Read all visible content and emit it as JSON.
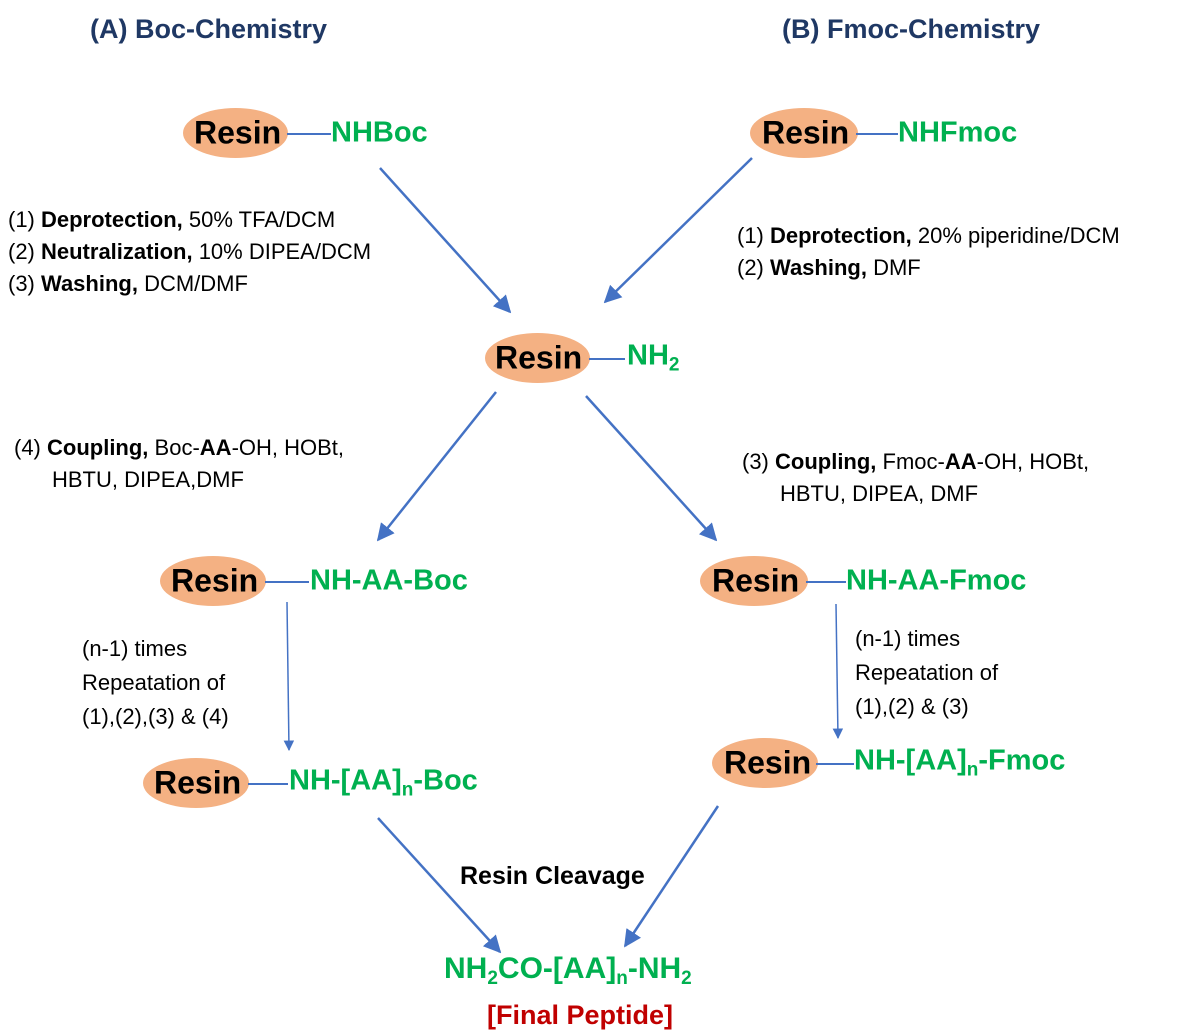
{
  "headings": {
    "boc": "(A) Boc-Chemistry",
    "fmoc": "(B) Fmoc-Chemistry"
  },
  "nodes": {
    "resin_label": "Resin",
    "boc_start": {
      "group": "NHBoc"
    },
    "fmoc_start": {
      "group": "NHFmoc"
    },
    "center": {
      "group_main": "NH",
      "group_sub": "2"
    },
    "boc_aa": {
      "group": "NH-AA-Boc"
    },
    "fmoc_aa": {
      "group": "NH-AA-Fmoc"
    },
    "boc_final": {
      "group_pre": "NH-[AA]",
      "group_sub": "n",
      "group_post": "-Boc"
    },
    "fmoc_final": {
      "group_pre": "NH-[AA]",
      "group_sub": "n",
      "group_post": "-Fmoc"
    }
  },
  "boc_steps": {
    "s1": {
      "num": "(1) ",
      "bold": "Deprotection,",
      "rest": " 50% TFA/DCM"
    },
    "s2": {
      "num": "(2) ",
      "bold": "Neutralization,",
      "rest": " 10% DIPEA/DCM"
    },
    "s3": {
      "num": "(3) ",
      "bold": "Washing,",
      "rest": " DCM/DMF"
    }
  },
  "fmoc_steps": {
    "s1": {
      "num": "(1) ",
      "bold": "Deprotection,",
      "rest": " 20% piperidine/DCM"
    },
    "s2": {
      "num": "(2) ",
      "bold": "Washing,",
      "rest": " DMF"
    }
  },
  "boc_coupling": {
    "num": "(4) ",
    "bold": "Coupling,",
    "pre": " Boc-",
    "aa": "AA",
    "post": "-OH, HOBt,",
    "line2": "HBTU, DIPEA,DMF"
  },
  "fmoc_coupling": {
    "num": "(3) ",
    "bold": "Coupling,",
    "pre": " Fmoc-",
    "aa": "AA",
    "post": "-OH, HOBt,",
    "line2": "HBTU, DIPEA, DMF"
  },
  "boc_repeat": [
    "(n-1) times",
    "Repeatation of",
    "(1),(2),(3) & (4)"
  ],
  "fmoc_repeat": [
    "(n-1) times",
    "Repeatation of",
    "(1),(2) & (3)"
  ],
  "cleavage": "Resin Cleavage",
  "product": {
    "pre": "NH",
    "sub1": "2",
    "mid": "CO-[AA]",
    "sub2": "n",
    "post": "-NH",
    "sub3": "2"
  },
  "final_label": "[Final Peptide]",
  "colors": {
    "heading": "#1f3864",
    "resin_fill": "#f4b183",
    "group_text": "#00b050",
    "arrow": "#4472c4",
    "final_label": "#c00000"
  }
}
